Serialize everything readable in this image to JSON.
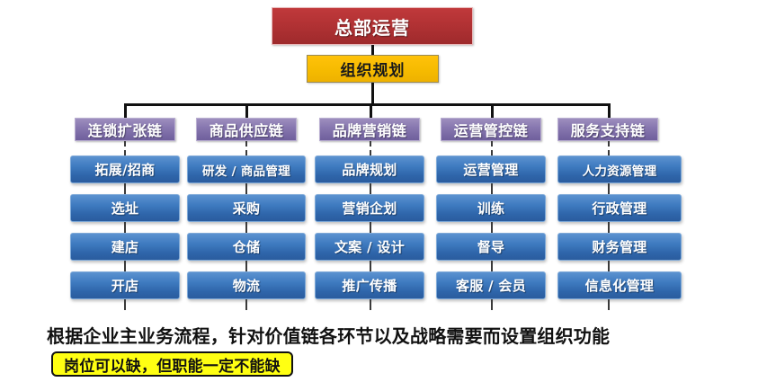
{
  "diagram": {
    "root": {
      "label": "总部运营",
      "color": "#b23234"
    },
    "plan": {
      "label": "组织规划",
      "color": "#ffc20a"
    },
    "chain_header_color": "#7a68a6",
    "function_box_color": "#3f7bc0",
    "chains": [
      {
        "header": "连锁扩张链",
        "items": [
          "拓展/招商",
          "选址",
          "建店",
          "开店"
        ]
      },
      {
        "header": "商品供应链",
        "items": [
          "研发 / 商品管理",
          "采购",
          "仓储",
          "物流"
        ]
      },
      {
        "header": "品牌营销链",
        "items": [
          "品牌规划",
          "营销企划",
          "文案 / 设计",
          "推广传播"
        ]
      },
      {
        "header": "运营管控链",
        "items": [
          "运营管理",
          "训练",
          "督导",
          "客服 / 会员"
        ]
      },
      {
        "header": "服务支持链",
        "items": [
          "人力资源管理",
          "行政管理",
          "财务管理",
          "信息化管理"
        ]
      }
    ]
  },
  "footer": {
    "statement": "根据企业主业务流程，针对价值链各环节以及战略需要而设置组织功能",
    "highlight": "岗位可以缺，但职能一定不能缺",
    "highlight_color": "#ffff12"
  }
}
